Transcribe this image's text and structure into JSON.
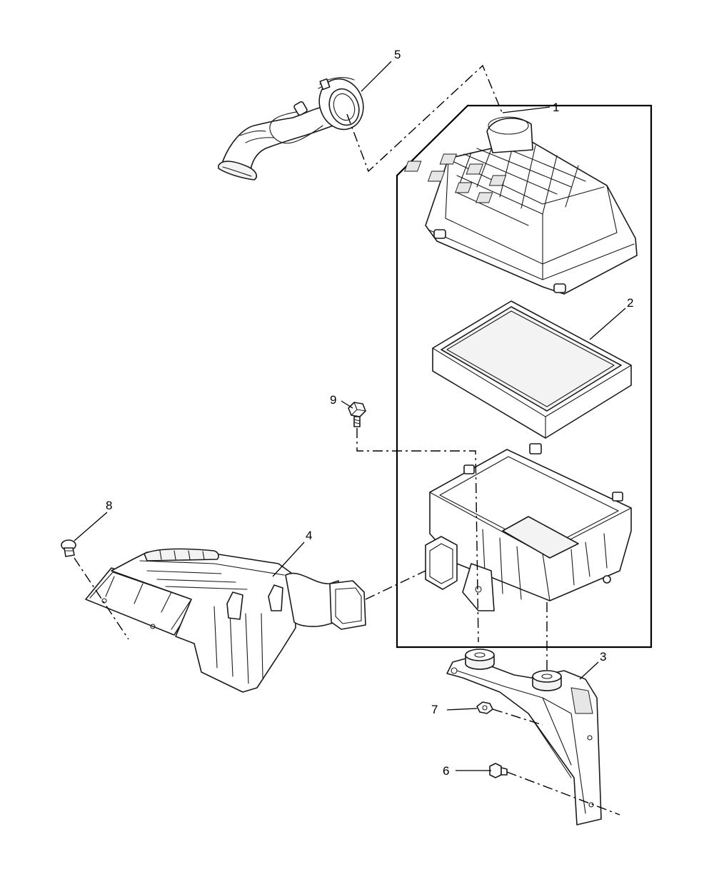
{
  "callouts": {
    "c1": "1",
    "c2": "2",
    "c3": "3",
    "c4": "4",
    "c5": "5",
    "c6": "6",
    "c7": "7",
    "c8": "8",
    "c9": "9"
  },
  "colors": {
    "line": "#1a1a1a",
    "background": "#ffffff",
    "shade": "#e6e6e6"
  }
}
